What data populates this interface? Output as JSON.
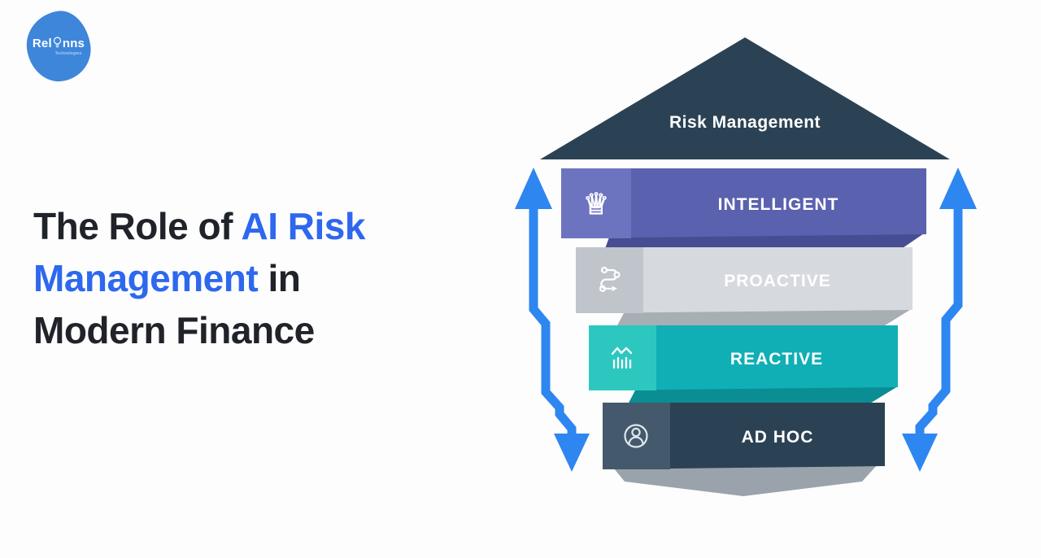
{
  "page": {
    "background_color": "#fdfdfd"
  },
  "logo": {
    "brand_prefix": "Rel",
    "brand_suffix": "nns",
    "tagline": "Technologies",
    "blob_color": "#3e86da"
  },
  "title": {
    "line1_dark": "The Role of ",
    "line1_blue": "AI Risk",
    "line2_blue": "Management",
    "line2_dark": " in",
    "line3_dark": "Modern Finance",
    "highlight_color": "#2d68ee",
    "text_color": "#202329"
  },
  "diagram": {
    "roof": {
      "label": "Risk Management",
      "color": "#2b4254",
      "text_color": "#ffffff"
    },
    "levels": [
      {
        "label": "INTELLIGENT",
        "icon": "chess-queen-icon",
        "icon_glyph": "♕",
        "color": "#5a61ae",
        "icon_panel_color": "#6c74bf",
        "shadow_color": "#464d92",
        "label_color": "#ffffff"
      },
      {
        "label": "PROACTIVE",
        "icon": "route-icon",
        "color": "#d6dade",
        "icon_panel_color": "#bfc5cb",
        "shadow_color": "#a7aeb4",
        "label_color": "#ffffff"
      },
      {
        "label": "REACTIVE",
        "icon": "analytics-icon",
        "color": "#10afb6",
        "icon_panel_color": "#2cc8c0",
        "shadow_color": "#0b8d94",
        "label_color": "#ffffff"
      },
      {
        "label": "AD HOC",
        "icon": "user-icon",
        "color": "#2b4254",
        "icon_panel_color": "#44596b",
        "shadow_color": "#9aa3ab",
        "label_color": "#ffffff"
      }
    ],
    "arrow_color": "#2e86f0"
  }
}
